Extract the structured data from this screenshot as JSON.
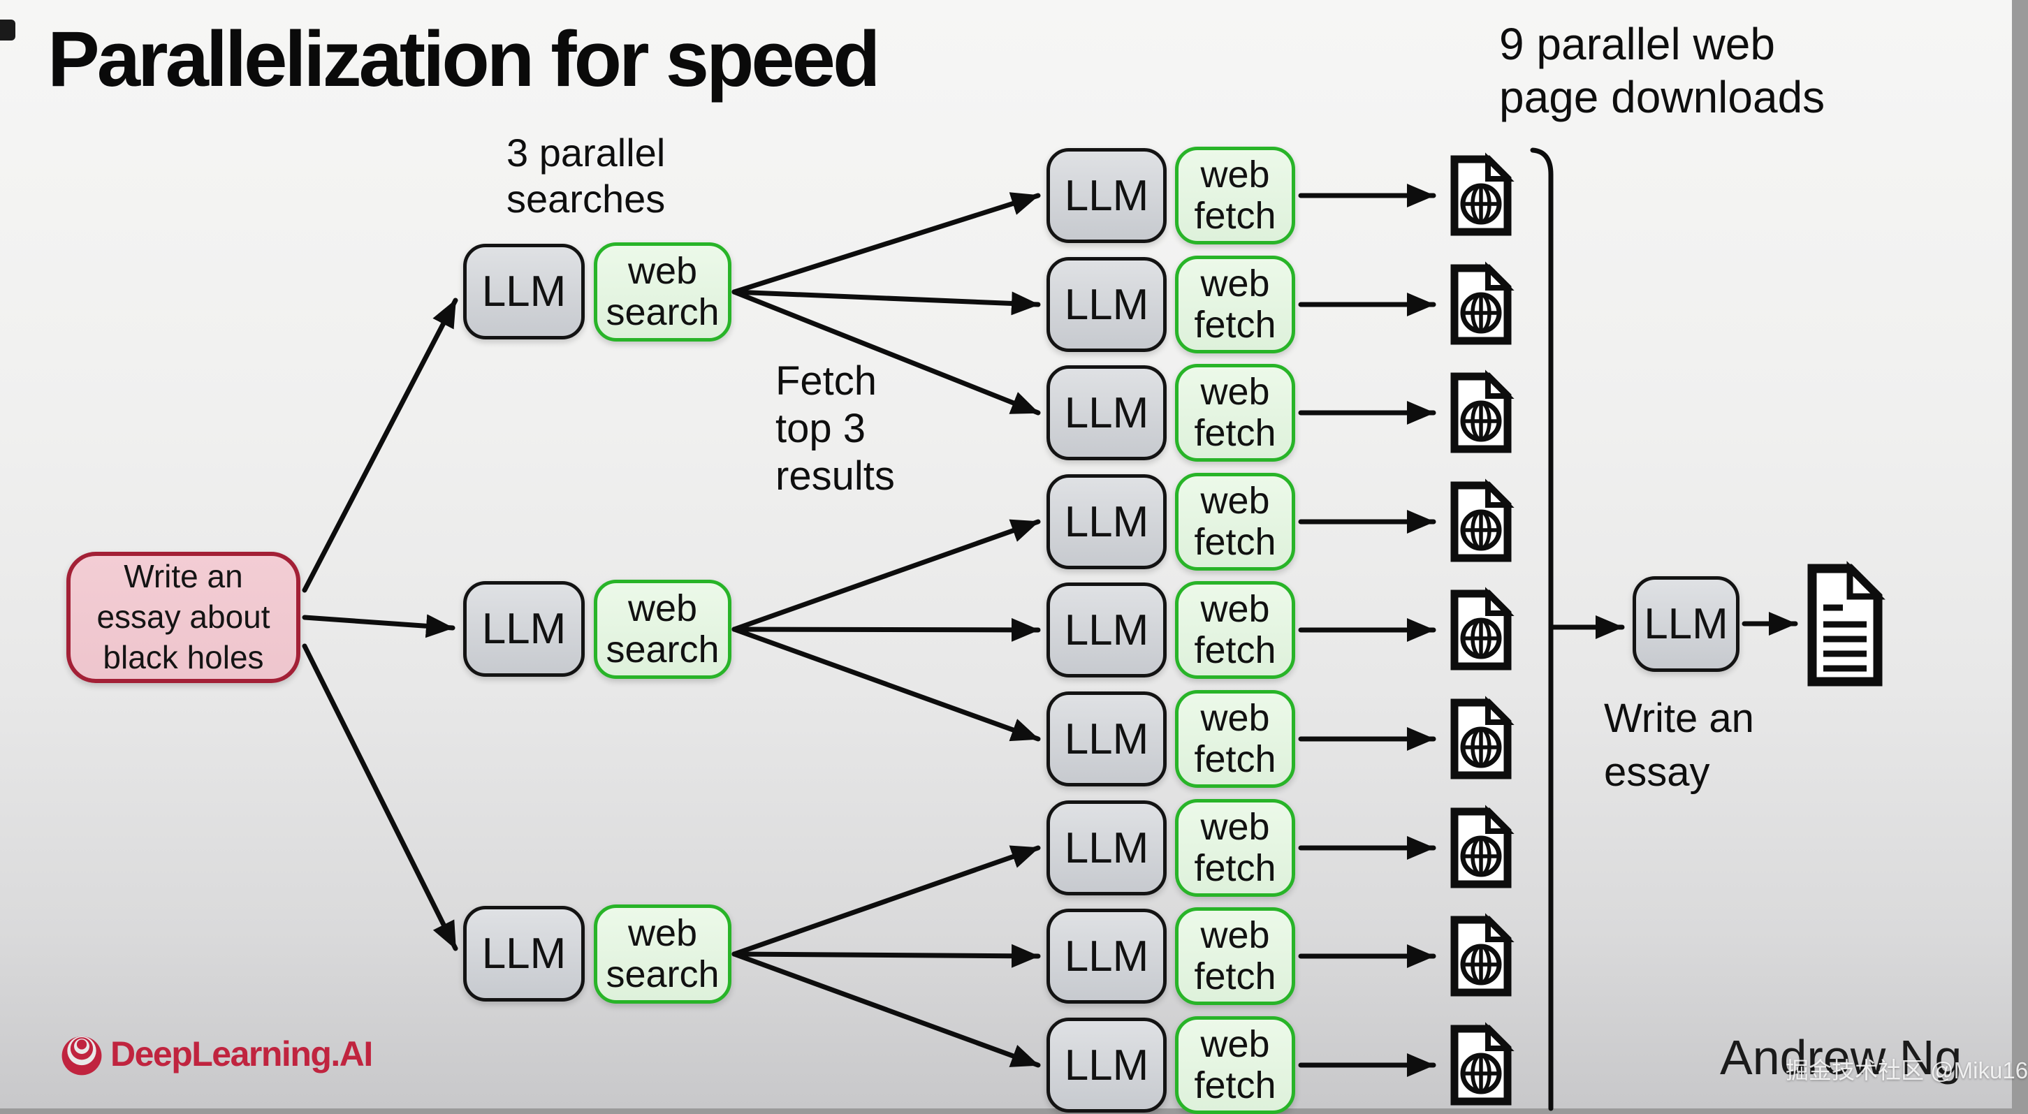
{
  "slide": {
    "title": "Parallelization for speed",
    "annotation_searches": "3 parallel\nsearches",
    "annotation_downloads": "9 parallel web\npage downloads",
    "annotation_fetch": "Fetch\ntop 3\nresults",
    "annotation_final": "Write an\nessay",
    "author": "Andrew Ng",
    "watermark": "掘金技术社区 @Miku16"
  },
  "prompt_box": {
    "text": "Write an\nessay about\nblack holes"
  },
  "search_stage": {
    "count": 3,
    "llm_label": "LLM",
    "tool_label": "web\nsearch"
  },
  "fetch_stage": {
    "count": 9,
    "llm_label": "LLM",
    "tool_label": "web\nfetch"
  },
  "final_stage": {
    "llm_label": "LLM"
  },
  "icons": {
    "web_page_icon": "document-with-globe",
    "essay_icon": "document-with-text-lines",
    "logo_icon": "deeplearning-rings"
  },
  "logo": {
    "text": "DeepLearning.AI"
  },
  "colors": {
    "tool_border_green": "#28b428",
    "llm_fill_gray": "#ced1d5",
    "prompt_fill_pink": "#f3cdd4",
    "prompt_border_red": "#a32036",
    "logo_red": "#c0243f",
    "arrow_black": "#0d0d0d"
  }
}
